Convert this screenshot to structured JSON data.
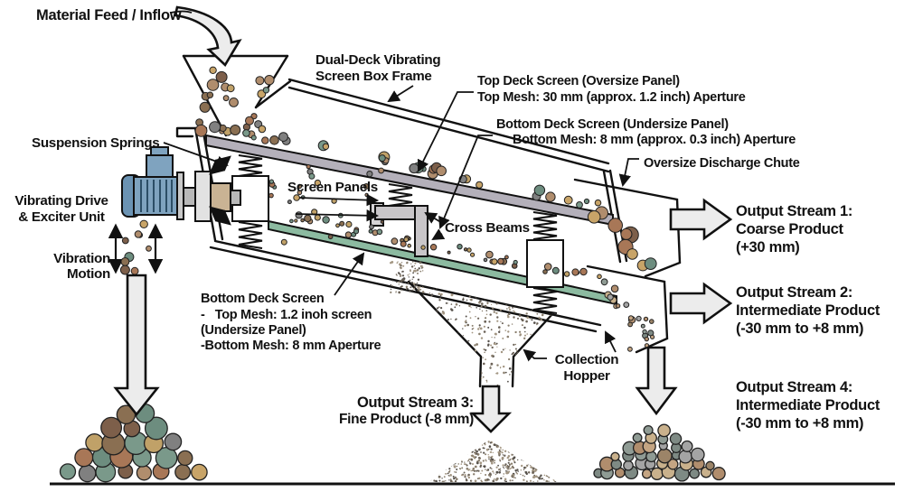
{
  "labels": {
    "material_feed": "Material Feed / Inflow",
    "box_frame": [
      "Dual-Deck Vibrating",
      "Screen Box Frame"
    ],
    "top_deck": [
      "Top Deck Screen (Oversize Panel)",
      "Top Mesh: 30 mm (approx. 1.2 inch) Aperture"
    ],
    "bottom_deck": [
      "Bottom Deck Screen (Undersize Panel)",
      "Bottom Mesh: 8 mm (approx. 0.3 inch) Aperture"
    ],
    "oversize_chute": "Oversize Discharge Chute",
    "suspension_springs": "Suspension Springs",
    "vibrating_drive": [
      "Vibrating Drive",
      "& Exciter Unit"
    ],
    "vibration_motion": [
      "Vibration",
      "Motion"
    ],
    "screen_panels": "Screen Panels",
    "cross_beams": "Cross Beams",
    "bottom_deck_detail": [
      "Bottom Deck Screen",
      "-   Top Mesh: 1.2 inoh screen",
      "(Undersize Panel)",
      "-Bottom Mesh: 8 mm Aperture"
    ],
    "collection_hopper": [
      "Collection",
      "Hopper"
    ],
    "output1": [
      "Output Stream 1:",
      "Coarse Product",
      "(+30 mm)"
    ],
    "output2": [
      "Output Stream 2:",
      "Intermediate Product",
      "(-30 mm to +8 mm)"
    ],
    "output3": [
      "Output Stream 3:",
      "Fine Product (-8 mm)"
    ],
    "output4": [
      "Output Stream 4:",
      "Intermediate Product",
      "(-30 mm to +8 mm)"
    ]
  },
  "colors": {
    "top_deck": "#b4b0ba",
    "bottom_deck": "#8cbaa0",
    "motor_body": "#7fa3bf",
    "motor_cap": "#6b93b3",
    "coupling": "#c9b394",
    "arrow_fill": "#ececec",
    "outline": "#111111"
  },
  "palettes": {
    "coarse": [
      "#8a6f52",
      "#c0a168",
      "#6d8d7f",
      "#808080",
      "#a87757",
      "#7d5f4a",
      "#b08d6d",
      "#c8a468",
      "#7a998a"
    ],
    "fine": [
      "#b08d6d",
      "#c4a583",
      "#8f9b94",
      "#a4a4a4",
      "#c9b18c",
      "#9c8468",
      "#7e8a84"
    ],
    "stipple": [
      "#6b6257",
      "#8a7f6e",
      "#55504a",
      "#a39682"
    ]
  }
}
